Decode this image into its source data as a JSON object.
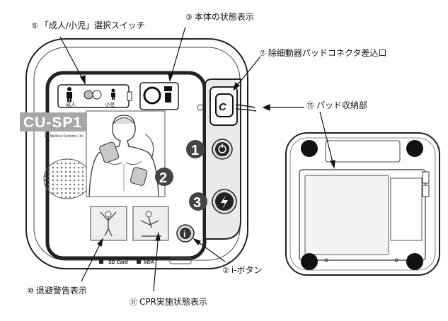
{
  "callouts": {
    "switch": {
      "num": "⑤",
      "text": "「成人/小児」選択スイッチ"
    },
    "status": {
      "num": "③",
      "text": "本体の状態表示"
    },
    "connector": {
      "num": "⑦",
      "text": "除細動器パッドコネクタ差込口"
    },
    "pad_storage": {
      "num": "⑮",
      "text": "パッド収納部"
    },
    "i_button": {
      "num": "②",
      "text": "i-ボタン"
    },
    "avoid": {
      "num": "⑩",
      "text": "退避警告表示"
    },
    "cpr": {
      "num": "⑪",
      "text": "CPR実施状態表示"
    }
  },
  "device": {
    "model": "CU-SP1",
    "maker": "CU Medical Systems, Inc.",
    "adult_label": "成人",
    "child_label": "小児",
    "step1": "1",
    "step2": "2",
    "step3": "3",
    "sd_label": "SD Card",
    "irda_label": "IrDA",
    "i_symbol": "i"
  }
}
